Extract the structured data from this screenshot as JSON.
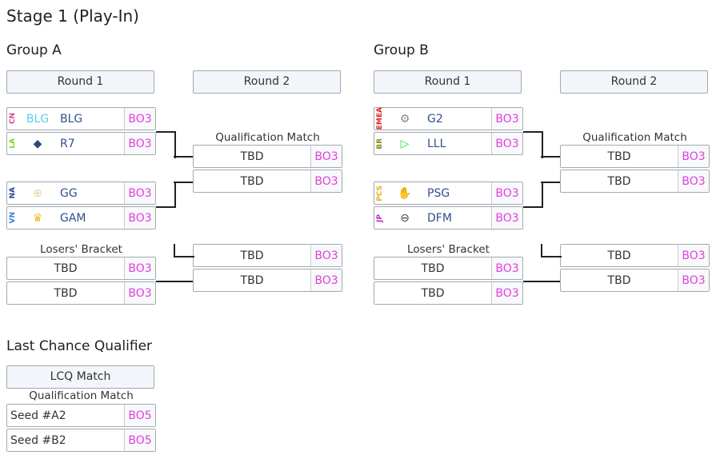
{
  "title": "Stage 1 (Play-In)",
  "group_a": {
    "title": "Group A",
    "round1": "Round 1",
    "round2": "Round 2",
    "matches": [
      [
        {
          "region": "CN",
          "region_color": "#e040a0",
          "logo": "BLG",
          "logo_color": "#5ad0e6",
          "team": "BLG",
          "bo": "BO3"
        },
        {
          "region": "LA",
          "region_color": "#7ed321",
          "logo": "◆",
          "logo_color": "#2c4a7c",
          "team": "R7",
          "bo": "BO3"
        }
      ],
      [
        {
          "region": "NA",
          "region_color": "#2a3fa0",
          "logo": "⊕",
          "logo_color": "#e8cfa0",
          "team": "GG",
          "bo": "BO3"
        },
        {
          "region": "VN",
          "region_color": "#3a7fd0",
          "logo": "♛",
          "logo_color": "#f5b829",
          "team": "GAM",
          "bo": "BO3"
        }
      ]
    ],
    "qual_label": "Qualification Match",
    "qual": [
      {
        "team": "TBD",
        "bo": "BO3"
      },
      {
        "team": "TBD",
        "bo": "BO3"
      }
    ],
    "losers_label": "Losers' Bracket",
    "losers": [
      {
        "team": "TBD",
        "bo": "BO3"
      },
      {
        "team": "TBD",
        "bo": "BO3"
      }
    ],
    "r2_losers": [
      {
        "team": "TBD",
        "bo": "BO3"
      },
      {
        "team": "TBD",
        "bo": "BO3"
      }
    ]
  },
  "group_b": {
    "title": "Group B",
    "round1": "Round 1",
    "round2": "Round 2",
    "matches": [
      [
        {
          "region": "EMEA",
          "region_color": "#e02020",
          "logo": "⚙",
          "logo_color": "#888888",
          "team": "G2",
          "bo": "BO3"
        },
        {
          "region": "BR",
          "region_color": "#8a8a20",
          "logo": "▷",
          "logo_color": "#20e040",
          "team": "LLL",
          "bo": "BO3"
        }
      ],
      [
        {
          "region": "PCS",
          "region_color": "#e0b020",
          "logo": "✋",
          "logo_color": "#e04040",
          "team": "PSG",
          "bo": "BO3"
        },
        {
          "region": "JP",
          "region_color": "#c020c0",
          "logo": "⊖",
          "logo_color": "#444444",
          "team": "DFM",
          "bo": "BO3"
        }
      ]
    ],
    "qual_label": "Qualification Match",
    "qual": [
      {
        "team": "TBD",
        "bo": "BO3"
      },
      {
        "team": "TBD",
        "bo": "BO3"
      }
    ],
    "losers_label": "Losers' Bracket",
    "losers": [
      {
        "team": "TBD",
        "bo": "BO3"
      },
      {
        "team": "TBD",
        "bo": "BO3"
      }
    ],
    "r2_losers": [
      {
        "team": "TBD",
        "bo": "BO3"
      },
      {
        "team": "TBD",
        "bo": "BO3"
      }
    ]
  },
  "lcq": {
    "title": "Last Chance Qualifier",
    "round": "LCQ Match",
    "label": "Qualification Match",
    "slots": [
      {
        "team": "Seed #A2",
        "bo": "BO5"
      },
      {
        "team": "Seed #B2",
        "bo": "BO5"
      }
    ]
  }
}
